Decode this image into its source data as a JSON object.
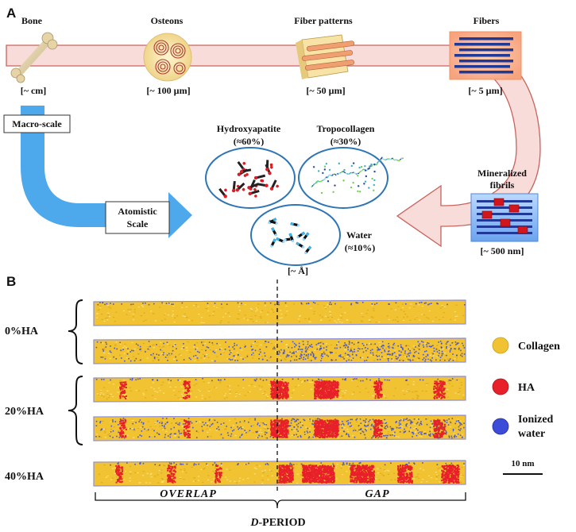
{
  "panel_a": {
    "label": "A",
    "stages": [
      {
        "name": "Bone",
        "scale": "[~ cm]"
      },
      {
        "name": "Osteons",
        "scale": "[~ 100 µm]"
      },
      {
        "name": "Fiber patterns",
        "scale": "[~ 50 µm]"
      },
      {
        "name": "Fibers",
        "scale": "[~ 5 µm]"
      }
    ],
    "mineralized": {
      "line1": "Mineralized",
      "line2": "fibrils",
      "scale": "[~ 500 nm]"
    },
    "macro_label": "Macro-scale",
    "atomistic_label": {
      "line1": "Atomistic",
      "line2": "Scale"
    },
    "components": [
      {
        "name": "Hydroxyapatite",
        "pct": "(≈60%)"
      },
      {
        "name": "Tropocollagen",
        "pct": "(≈30%)"
      },
      {
        "name": "Water",
        "pct": "(≈10%)"
      }
    ],
    "atomic_scale": "[~ Å]"
  },
  "panel_b": {
    "label": "B",
    "groups": [
      {
        "label": "0%HA",
        "strips": [
          {
            "ha_pct": 0,
            "water": false
          },
          {
            "ha_pct": 0,
            "water": true
          }
        ]
      },
      {
        "label": "20%HA",
        "strips": [
          {
            "ha_pct": 20,
            "water": false
          },
          {
            "ha_pct": 20,
            "water": true
          }
        ]
      },
      {
        "label": "40%HA",
        "strips": [
          {
            "ha_pct": 40,
            "water": false
          }
        ]
      }
    ],
    "legend": [
      {
        "label": "Collagen",
        "color": "#f1c232"
      },
      {
        "label": "HA",
        "color": "#e8202a"
      },
      {
        "label": "Ionized",
        "label2": "water",
        "color": "#3c4cd8"
      }
    ],
    "scale_bar": "10 nm",
    "overlap": "OVERLAP",
    "gap": "GAP",
    "d_period_prefix": "D",
    "d_period_suffix": "-PERIOD"
  },
  "colors": {
    "band_fill": "#f7dcd9",
    "band_stroke": "#c9635d",
    "arrow_blue": "#4ea8ec",
    "ellipse_stroke": "#2e75b6",
    "collagen": "#f1c232",
    "ha": "#e8202a",
    "water": "#3c4cd8"
  }
}
